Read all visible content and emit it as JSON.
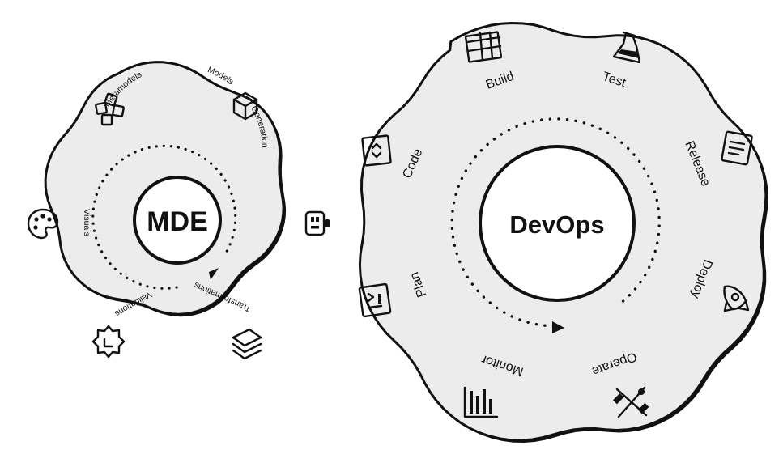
{
  "mde_gear": {
    "hub_label": "MDE",
    "stages": [
      {
        "label": "Metamodels",
        "icon": "blocks-icon"
      },
      {
        "label": "Models",
        "icon": "cube-icon"
      },
      {
        "label": "Generations",
        "icon": "robot-icon"
      },
      {
        "label": "Transformations",
        "icon": "layers-icon"
      },
      {
        "label": "Validations",
        "icon": "badge-icon"
      },
      {
        "label": "Visuals",
        "icon": "palette-icon"
      }
    ]
  },
  "devops_gear": {
    "hub_label": "DevOps",
    "stages": [
      {
        "label": "Code",
        "icon": "code-icon"
      },
      {
        "label": "Build",
        "icon": "bricks-icon"
      },
      {
        "label": "Test",
        "icon": "flask-icon"
      },
      {
        "label": "Release",
        "icon": "document-icon"
      },
      {
        "label": "Deploy",
        "icon": "rocket-icon"
      },
      {
        "label": "Operate",
        "icon": "tools-icon"
      },
      {
        "label": "Monitor",
        "icon": "chart-icon"
      },
      {
        "label": "Plan",
        "icon": "plan-icon"
      }
    ]
  }
}
